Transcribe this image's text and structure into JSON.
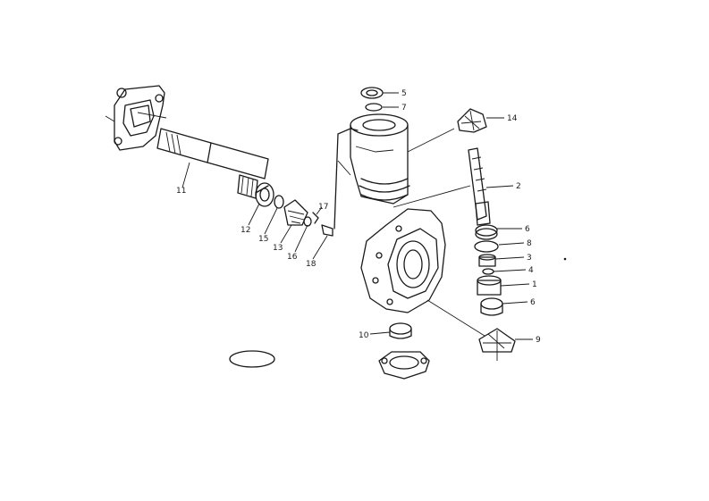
{
  "diagram": {
    "callouts": [
      "1",
      "2",
      "3",
      "4",
      "5",
      "6",
      "6",
      "7",
      "8",
      "9",
      "10",
      "11",
      "12",
      "13",
      "14",
      "15",
      "16",
      "17",
      "18"
    ],
    "stamp": {
      "line1": "",
      "line2": ""
    }
  }
}
